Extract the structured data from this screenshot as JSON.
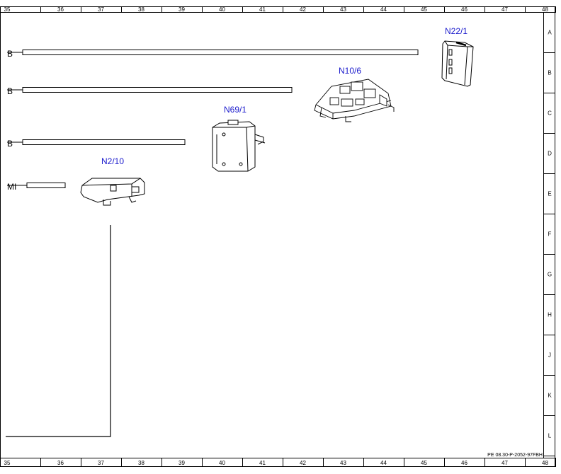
{
  "grid": {
    "columns": [
      "35",
      "36",
      "37",
      "38",
      "39",
      "40",
      "41",
      "42",
      "43",
      "44",
      "45",
      "46",
      "47",
      "48"
    ],
    "rows": [
      "A",
      "B",
      "C",
      "D",
      "E",
      "F",
      "G",
      "H",
      "J",
      "K",
      "L"
    ]
  },
  "components": {
    "n22_1": "N22/1",
    "n10_6": "N10/6",
    "n69_1": "N69/1",
    "n2_10": "N2/10"
  },
  "connectors": {
    "b1": "B",
    "b2": "B",
    "b3": "B",
    "mi": "MI"
  },
  "reference": "PE 08.30-P-2052-97FBH"
}
